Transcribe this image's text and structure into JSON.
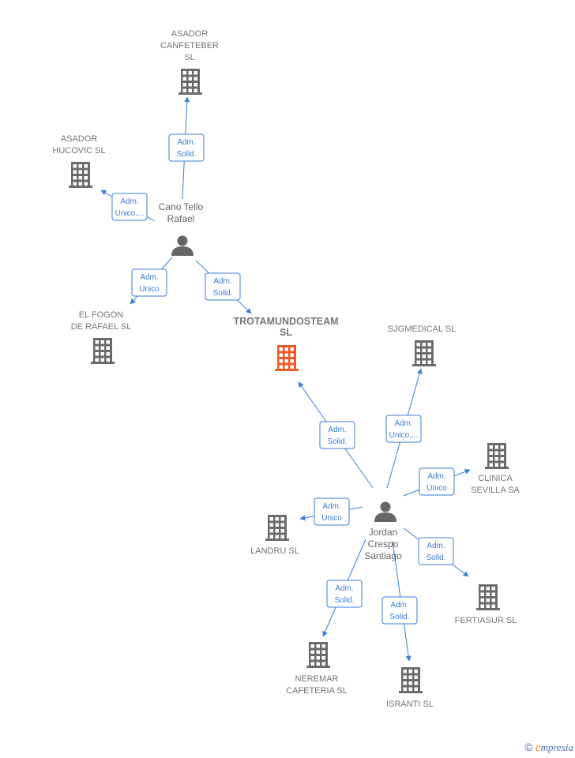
{
  "colors": {
    "edge": "#3b7fd4",
    "building": "#6b6b6b",
    "building_main": "#f05a28",
    "person": "#666666"
  },
  "companies": {
    "asador_canfeteber": {
      "lines": [
        "ASADOR",
        "CANFETEBER",
        "SL"
      ]
    },
    "asador_hucovic": {
      "lines": [
        "ASADOR",
        "HUCOVIC  SL"
      ]
    },
    "el_fogon": {
      "lines": [
        "EL FOGON",
        "DE RAFAEL  SL"
      ]
    },
    "trotamundosteam": {
      "lines": [
        "TROTAMUNDOSTEAM",
        "SL"
      ]
    },
    "sjgmedical": {
      "lines": [
        "SJGMEDICAL SL"
      ]
    },
    "clinica_sevilla": {
      "lines": [
        "CLINICA",
        "SEVILLA SA"
      ]
    },
    "landru": {
      "lines": [
        "LANDRU SL"
      ]
    },
    "fertiasur": {
      "lines": [
        "FERTIASUR SL"
      ]
    },
    "neremar": {
      "lines": [
        "NEREMAR",
        "CAFETERIA SL"
      ]
    },
    "isranti": {
      "lines": [
        "ISRANTI  SL"
      ]
    }
  },
  "persons": {
    "cano": {
      "lines": [
        "Cano Tello",
        "Rafael"
      ]
    },
    "jordan": {
      "lines": [
        "Jordan",
        "Crespo",
        "Santiago"
      ]
    }
  },
  "edges": {
    "cano_canfeteber": [
      "Adm.",
      "Solid."
    ],
    "cano_hucovic": [
      "Adm.",
      "Unico,..."
    ],
    "cano_fogon": [
      "Adm.",
      "Unico"
    ],
    "cano_trotamundo": [
      "Adm.",
      "Solid."
    ],
    "jordan_trotamundo": [
      "Adm.",
      "Solid."
    ],
    "jordan_sjgmedical": [
      "Adm.",
      "Unico,..."
    ],
    "jordan_clinica": [
      "Adm.",
      "Unico"
    ],
    "jordan_landru": [
      "Adm.",
      "Unico"
    ],
    "jordan_fertiasur": [
      "Adm.",
      "Solid."
    ],
    "jordan_neremar": [
      "Adm.",
      "Solid."
    ],
    "jordan_isranti": [
      "Adm.",
      "Solid."
    ]
  },
  "footer": {
    "copyright": "©",
    "brand_first": "e",
    "brand_rest": "mpresia"
  }
}
